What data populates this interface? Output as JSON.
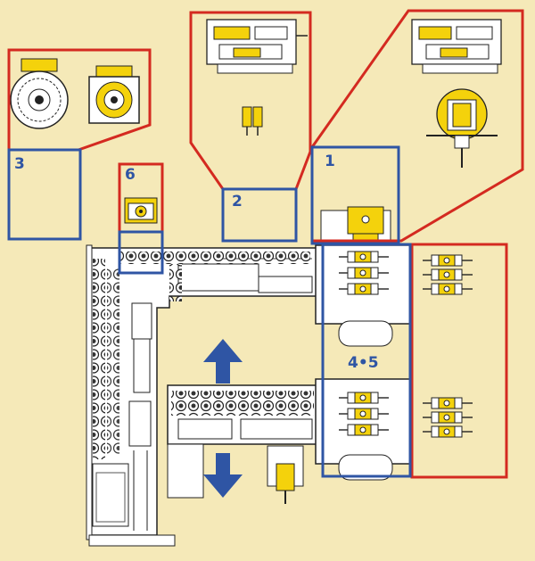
{
  "labels": {
    "zone1": "1",
    "zone2": "2",
    "zone3": "3",
    "zone45": "4•5",
    "zone6": "6"
  },
  "colors": {
    "background": "#f5e9b8",
    "red_outline": "#d42a20",
    "blue_outline": "#2f55a4",
    "machine_fill": "#ffffff",
    "machine_line": "#1e1e1e",
    "component_yellow": "#f4d20c",
    "arrow_blue": "#2f55a4"
  },
  "icons": {
    "arrow_up": "arrow-up-icon",
    "arrow_down": "arrow-down-icon"
  }
}
